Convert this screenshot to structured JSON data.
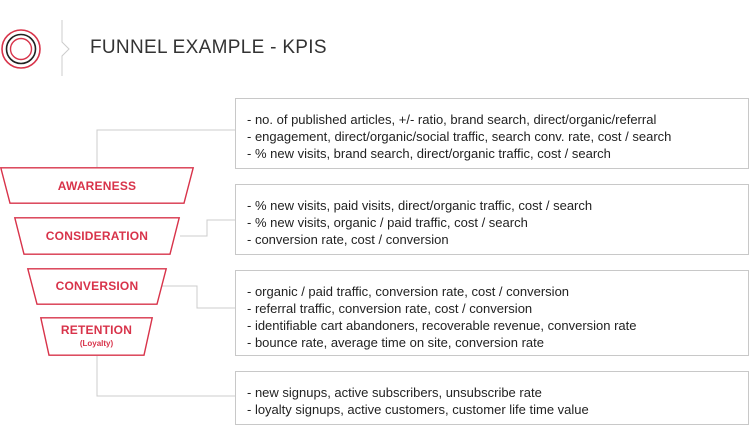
{
  "header": {
    "title": "FUNNEL EXAMPLE - KPIS"
  },
  "colors": {
    "accent": "#d8334a",
    "box_border": "#c8c8c8",
    "connector": "#cccccc",
    "text": "#222222"
  },
  "stages": [
    {
      "label": "AWARENESS",
      "sublabel": ""
    },
    {
      "label": "CONSIDERATION",
      "sublabel": ""
    },
    {
      "label": "CONVERSION",
      "sublabel": ""
    },
    {
      "label": "RETENTION",
      "sublabel": "(Loyalty)"
    }
  ],
  "kpi_boxes": [
    {
      "lines": [
        "- no. of published articles, +/- ratio, brand search, direct/organic/referral",
        "- engagement, direct/organic/social traffic, search conv. rate, cost / search",
        "- % new visits, brand search, direct/organic traffic, cost / search"
      ]
    },
    {
      "lines": [
        "- % new visits, paid visits, direct/organic traffic, cost / search",
        "- % new visits, organic / paid traffic, cost / search",
        "- conversion rate, cost / conversion"
      ]
    },
    {
      "lines": [
        "- organic / paid traffic, conversion rate, cost / conversion",
        "- referral traffic, conversion rate, cost / conversion",
        "- identifiable cart abandoners, recoverable revenue, conversion rate",
        "- bounce rate, average time on site, conversion rate"
      ]
    },
    {
      "lines": [
        "- new signups, active subscribers, unsubscribe rate",
        "- loyalty signups, active customers, customer life time value"
      ]
    }
  ]
}
